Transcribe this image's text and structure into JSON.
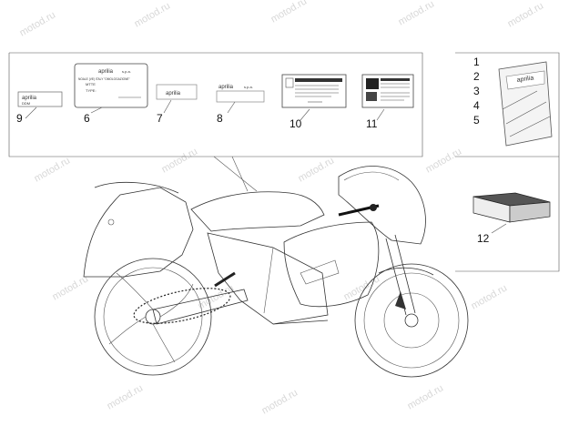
{
  "watermark": "motod.ru",
  "callouts": {
    "c1": "1",
    "c2": "2",
    "c3": "3",
    "c4": "4",
    "c5": "5",
    "c6": "6",
    "c7": "7",
    "c8": "8",
    "c9": "9",
    "c10": "10",
    "c11": "11",
    "c12": "12"
  },
  "decals": {
    "d9_brand": "aprilia",
    "d9_sub": "DDM",
    "d6_brand": "aprilia",
    "d6_spa": "s.p.a.",
    "d6_line1": "NOALE (VE) ITALY \"OMOLOGAZIONE\"",
    "d6_line2": "MTTE",
    "d6_line3": "TYPE:",
    "d7_brand": "aprilia",
    "d8_brand": "aprilia",
    "d8_spa": "s.p.a.",
    "d12_kit": "aprilia"
  }
}
